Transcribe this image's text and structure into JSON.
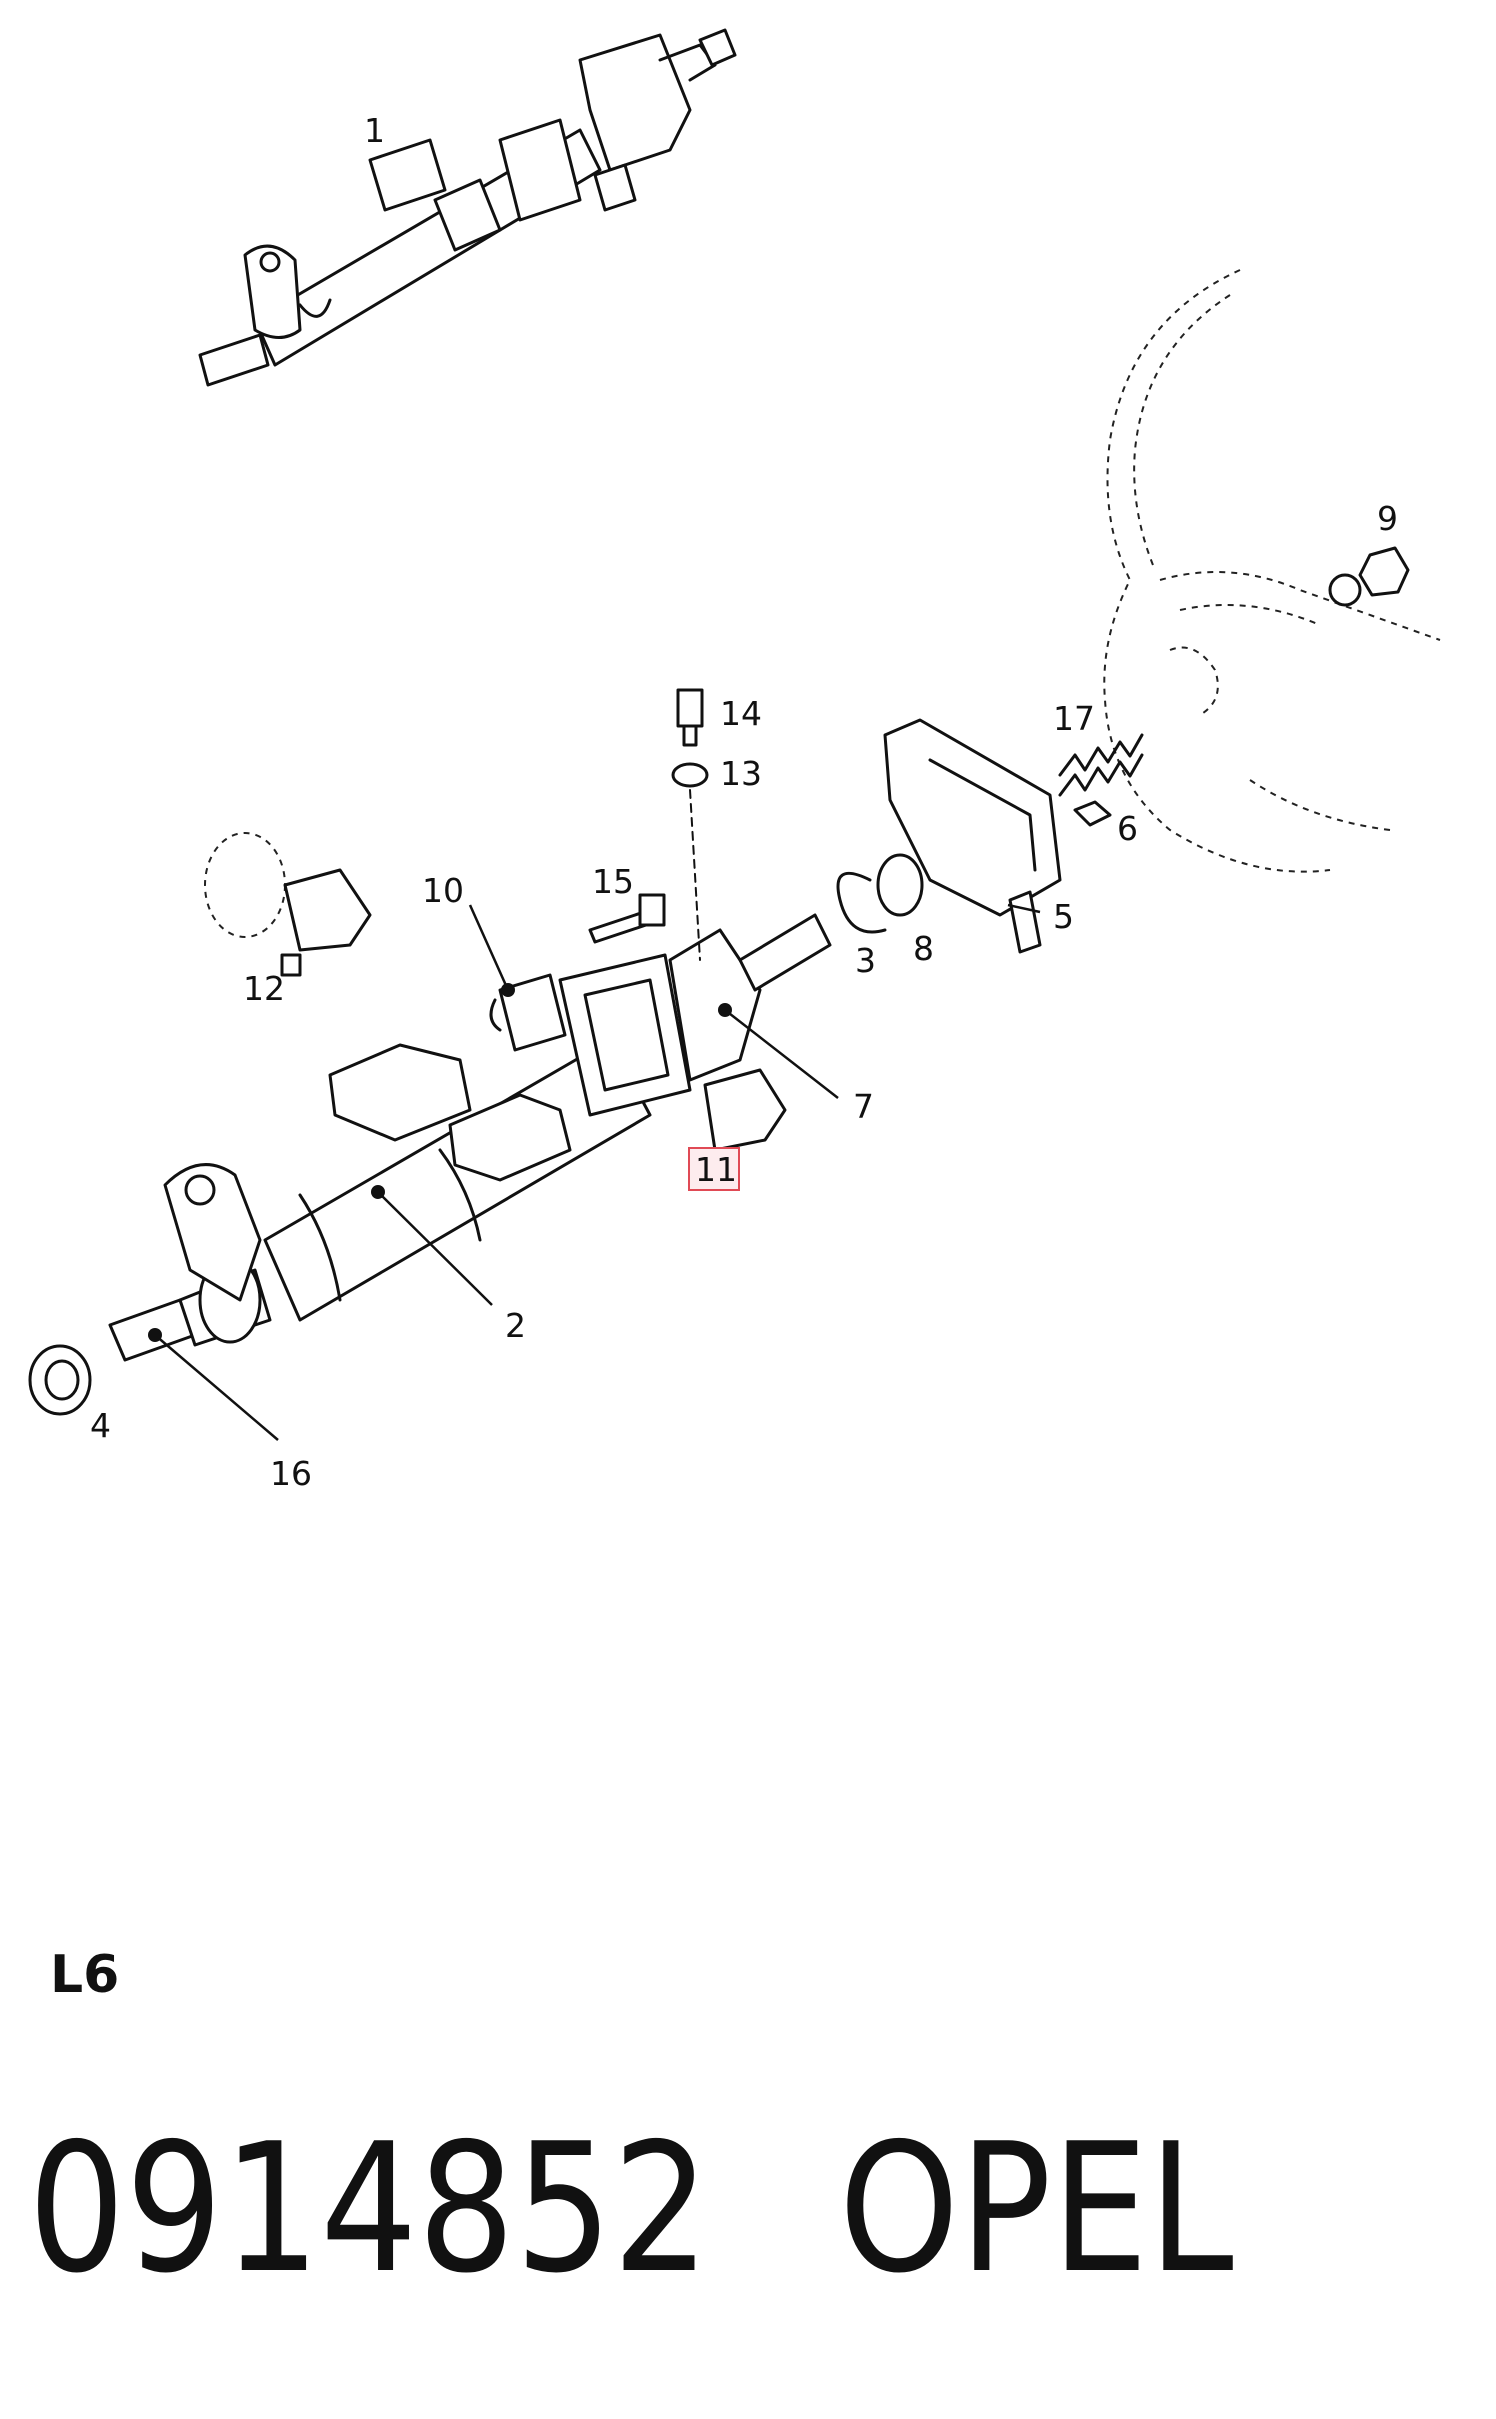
{
  "callouts": [
    {
      "id": "1",
      "label": "1"
    },
    {
      "id": "2",
      "label": "2"
    },
    {
      "id": "3",
      "label": "3"
    },
    {
      "id": "4",
      "label": "4"
    },
    {
      "id": "5",
      "label": "5"
    },
    {
      "id": "6",
      "label": "6"
    },
    {
      "id": "7",
      "label": "7"
    },
    {
      "id": "8",
      "label": "8"
    },
    {
      "id": "9",
      "label": "9"
    },
    {
      "id": "10",
      "label": "10"
    },
    {
      "id": "11",
      "label": "11",
      "highlighted": true
    },
    {
      "id": "12",
      "label": "12"
    },
    {
      "id": "13",
      "label": "13"
    },
    {
      "id": "14",
      "label": "14"
    },
    {
      "id": "15",
      "label": "15"
    },
    {
      "id": "16",
      "label": "16"
    },
    {
      "id": "17",
      "label": "17"
    }
  ],
  "highlight_color": "#e04a55",
  "variant_code": "L6",
  "part_number": "0914852",
  "brand": "OPEL"
}
